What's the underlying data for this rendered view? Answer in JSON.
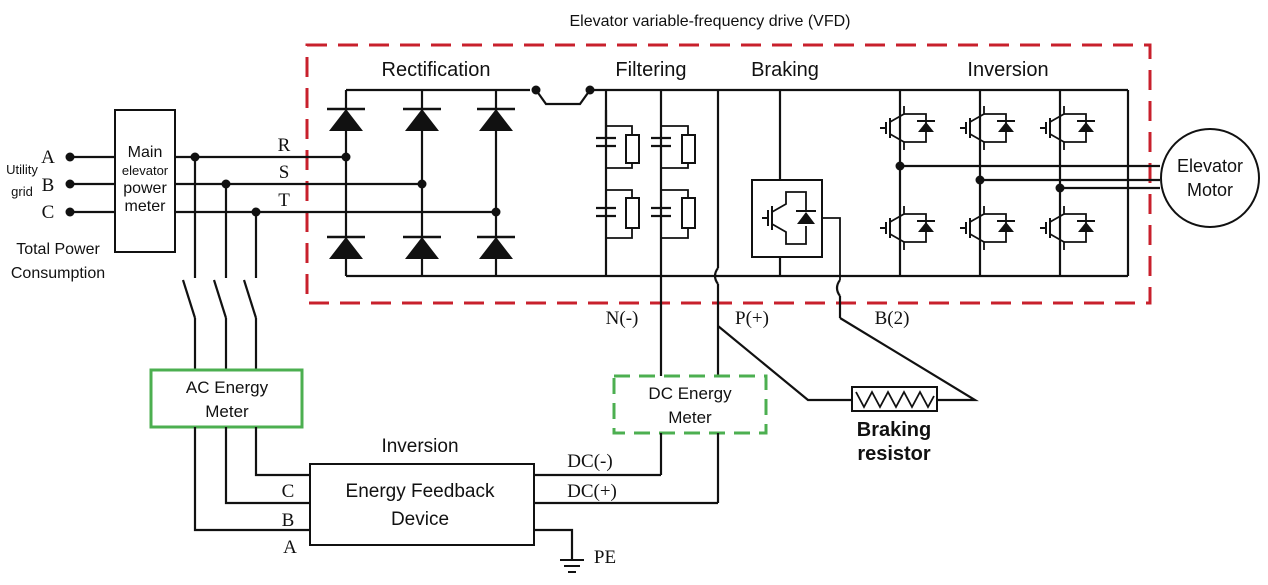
{
  "title": "Elevator variable-frequency drive (VFD)",
  "sections": {
    "rectification": "Rectification",
    "filtering": "Filtering",
    "braking": "Braking",
    "inversion": "Inversion"
  },
  "grid": {
    "utility_label_1": "Utility",
    "utility_label_2": "grid",
    "phases": [
      "A",
      "B",
      "C"
    ],
    "total_power_1": "Total Power",
    "total_power_2": "Consumption"
  },
  "main_meter": {
    "line1": "Main",
    "line2": "elevator",
    "line3": "power",
    "line4": "meter"
  },
  "bus_labels": [
    "R",
    "S",
    "T"
  ],
  "motor": {
    "line1": "Elevator",
    "line2": "Motor"
  },
  "terminals": {
    "n": "N(-)",
    "p": "P(+)",
    "b": "B(2)"
  },
  "ac_meter": {
    "line1": "AC Energy",
    "line2": "Meter"
  },
  "dc_meter": {
    "line1": "DC Energy",
    "line2": "Meter"
  },
  "braking_resistor": {
    "line1": "Braking",
    "line2": "resistor"
  },
  "feedback": {
    "title": "Inversion",
    "line1": "Energy Feedback",
    "line2": "Device",
    "left_labels": [
      "C",
      "B",
      "A"
    ],
    "dc_minus": "DC(-)",
    "dc_plus": "DC(+)",
    "pe": "PE"
  },
  "colors": {
    "vfd_border": "#c8202c",
    "meter_border": "#4caf50",
    "wire": "#111111"
  }
}
